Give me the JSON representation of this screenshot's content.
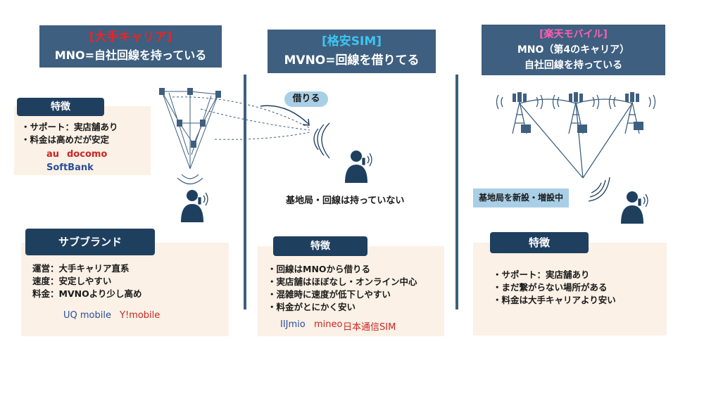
{
  "colors": {
    "title_bg": "#3e5f7f",
    "pill_bg": "#1f3f5f",
    "panel_bg": "#fbf1e6",
    "light_pill_bg": "#a9cfe6",
    "accent_red": "#e8242a",
    "accent_cyan": "#3ec4f2",
    "accent_pink": "#ff5fb3",
    "brand_red": "#cc2424",
    "brand_blue": "#2a4f9a"
  },
  "left": {
    "title_accent": "[大手キャリア]",
    "title_main": "MNO=自社回線を持っている",
    "features_label": "特徴",
    "features": [
      "・サポート：実店舗あり",
      "・料金は高めだが安定"
    ],
    "brands": {
      "au": "au",
      "docomo": "docomo",
      "softbank": "SoftBank"
    },
    "subbrand_label": "サブブランド",
    "subbrand_items": [
      "運営：大手キャリア直系",
      "速度：安定しやすい",
      "料金：MVNOより少し高め"
    ],
    "subbrand_brands": {
      "uq": "UQ mobile",
      "ymobile": "Y!mobile"
    }
  },
  "middle": {
    "title_accent": "[格安SIM]",
    "title_main": "MVNO=回線を借りてる",
    "borrow_label": "借りる",
    "station_caption": "基地局・回線は持っていない",
    "features_label": "特徴",
    "features": [
      "・回線はMNOから借りる",
      "・実店舗はほぼなし・オンライン中心",
      "・混雑時に速度が低下しやすい",
      "・料金がとにかく安い"
    ],
    "brands": {
      "iijmio": "IIJmio",
      "mineo": "mineo",
      "nihon": "日本通信SIM"
    }
  },
  "right": {
    "title_accent": "[楽天モバイル]",
    "title_line1": "MNO（第4のキャリア）",
    "title_line2": "自社回線を持っている",
    "station_label": "基地局を新設・増設中",
    "features_label": "特徴",
    "features": [
      "・サポート：実店舗あり",
      "・まだ繋がらない場所がある",
      "・料金は大手キャリアより安い"
    ]
  }
}
